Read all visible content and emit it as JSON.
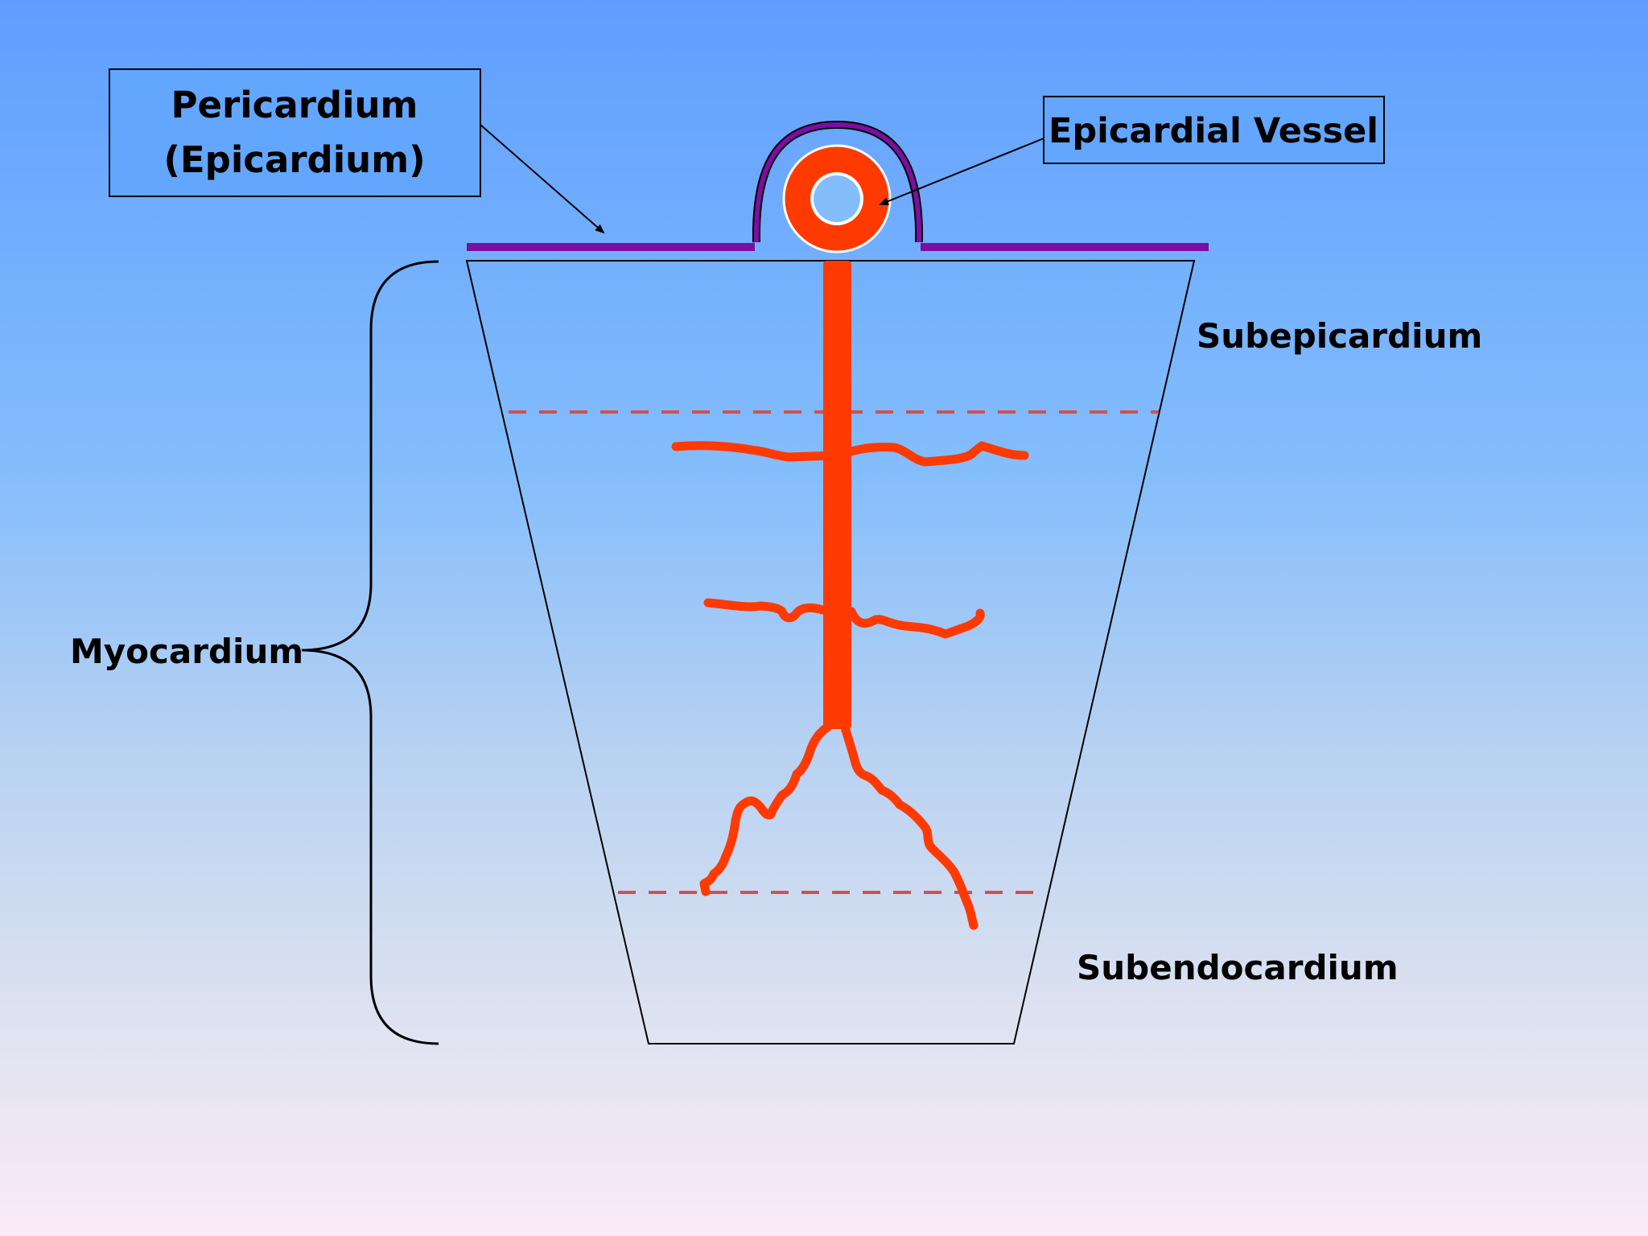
{
  "labels": {
    "pericardium_line1": "Pericardium",
    "pericardium_line2": "(Epicardium)",
    "epicardial_vessel": "Epicardial Vessel",
    "subepicardium": "Subepicardium",
    "myocardium": "Myocardium",
    "subendocardium": "Subendocardium"
  },
  "colors": {
    "vessel": "#ff3a00",
    "pericardium": "#7a0fa0",
    "dashed_boundary": "#d05050",
    "outline": "#000000",
    "label_box_fill": "#63a6fe"
  }
}
